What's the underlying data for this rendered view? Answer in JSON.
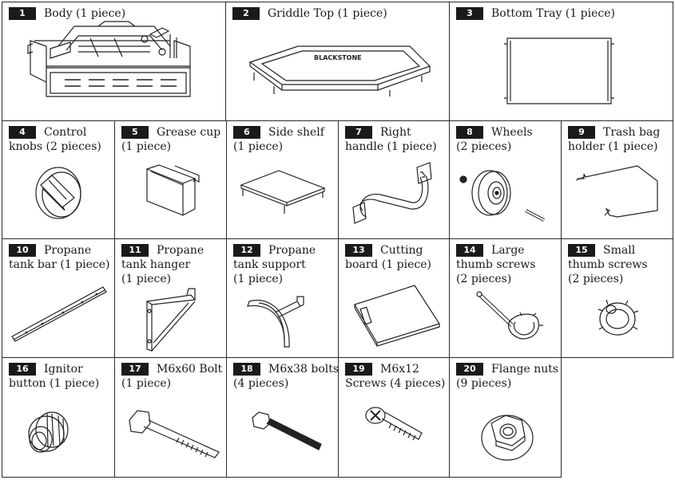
{
  "parts": [
    {
      "num": "1",
      "line1": "Body (1 piece)",
      "line2": "",
      "line3": ""
    },
    {
      "num": "2",
      "line1": "Griddle Top (1 piece)",
      "line2": "",
      "line3": ""
    },
    {
      "num": "3",
      "line1": "Bottom Tray (1 piece)",
      "line2": "",
      "line3": ""
    },
    {
      "num": "4",
      "line1": "Control",
      "line2": "knobs (2 pieces)",
      "line3": ""
    },
    {
      "num": "5",
      "line1": "Grease cup",
      "line2": "(1 piece)",
      "line3": ""
    },
    {
      "num": "6",
      "line1": "Side shelf",
      "line2": "(1 piece)",
      "line3": ""
    },
    {
      "num": "7",
      "line1": "Right",
      "line2": "handle (1 piece)",
      "line3": ""
    },
    {
      "num": "8",
      "line1": "Wheels",
      "line2": "(2 pieces)",
      "line3": ""
    },
    {
      "num": "9",
      "line1": "Trash bag",
      "line2": "holder (1 piece)",
      "line3": ""
    },
    {
      "num": "10",
      "line1": "Propane",
      "line2": "tank bar (1 piece)",
      "line3": ""
    },
    {
      "num": "11",
      "line1": "Propane",
      "line2": "tank hanger",
      "line3": "(1 piece)"
    },
    {
      "num": "12",
      "line1": "Propane",
      "line2": "tank support",
      "line3": "(1 piece)"
    },
    {
      "num": "13",
      "line1": "Cutting",
      "line2": "board (1 piece)",
      "line3": ""
    },
    {
      "num": "14",
      "line1": "Large",
      "line2": "thumb screws",
      "line3": "(2 pieces)"
    },
    {
      "num": "15",
      "line1": "Small",
      "line2": "thumb screws",
      "line3": "(2 pieces)"
    },
    {
      "num": "16",
      "line1": "Ignitor",
      "line2": "button (1 piece)",
      "line3": ""
    },
    {
      "num": "17",
      "line1": "M6x60 Bolt",
      "line2": "(1 piece)",
      "line3": ""
    },
    {
      "num": "18",
      "line1": "M6x38 bolts",
      "line2": "(4 pieces)",
      "line3": ""
    },
    {
      "num": "19",
      "line1": "M6x12",
      "line2": "Screws (4 pieces)",
      "line3": ""
    },
    {
      "num": "20",
      "line1": "Flange nuts",
      "line2": "(9 pieces)",
      "line3": ""
    }
  ],
  "logo_text": "BLACKSTONE"
}
